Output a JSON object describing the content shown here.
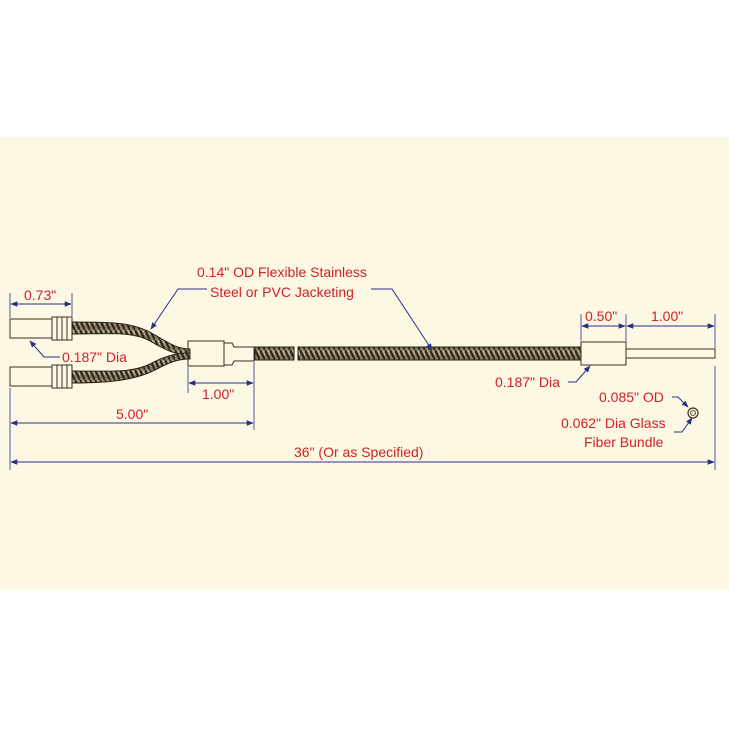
{
  "colors": {
    "background": "#fdf8e3",
    "label": "#d0202a",
    "dimension_line": "#2a2f8a",
    "outline": "#3a3022"
  },
  "labels": {
    "jacket_line1": "0.14\" OD Flexible Stainless",
    "jacket_line2": "Steel or PVC Jacketing",
    "dim_073": "0.73\"",
    "dia_left": "0.187\" Dia",
    "dim_100_left": "1.00\"",
    "dim_500": "5.00\"",
    "dim_total": "36\" (Or as Specified)",
    "dim_050": "0.50\"",
    "dim_100_right": "1.00\"",
    "dia_right": "0.187\" Dia",
    "od_085": "0.085\" OD",
    "bundle_line1": "0.062\" Dia Glass",
    "bundle_line2": "Fiber Bundle"
  }
}
